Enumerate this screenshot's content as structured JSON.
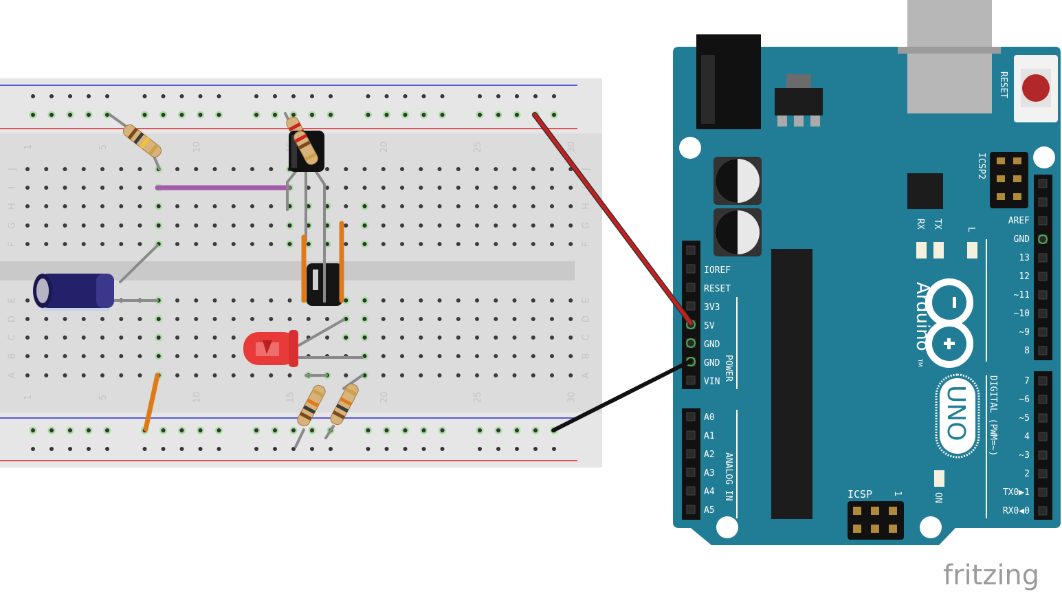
{
  "breadboard": {
    "row_letters_top": [
      "J",
      "I",
      "H",
      "G",
      "F"
    ],
    "row_letters_bottom": [
      "E",
      "D",
      "C",
      "B",
      "A"
    ],
    "column_numbers": [
      "1",
      "5",
      "10",
      "15",
      "20",
      "25",
      "30"
    ]
  },
  "arduino": {
    "reset_label": "RESET",
    "icsp2_label": "ICSP2",
    "icsp_label": "ICSP",
    "icsp_pin1": "1",
    "led_labels": [
      "RX",
      "TX",
      "L"
    ],
    "on_label": "ON",
    "brand_name": "Arduino",
    "tm": "TM",
    "model": "UNO",
    "power_header_title": "POWER",
    "power_pins": [
      "IOREF",
      "RESET",
      "3V3",
      "5V",
      "GND",
      "GND",
      "VIN"
    ],
    "analog_header_title": "ANALOG IN",
    "analog_pins": [
      "A0",
      "A1",
      "A2",
      "A3",
      "A4",
      "A5"
    ],
    "digital_header_title": "DIGITAL (PWM=~)",
    "digital_pins_top": [
      "AREF",
      "GND",
      "13",
      "12",
      "~11",
      "~10",
      "~9",
      "8"
    ],
    "digital_pins_bottom": [
      "7",
      "~6",
      "~5",
      "4",
      "~3",
      "2",
      "TX0▶1",
      "RX0◀0"
    ],
    "board_color": "#217c95"
  },
  "watermark": "fritzing"
}
